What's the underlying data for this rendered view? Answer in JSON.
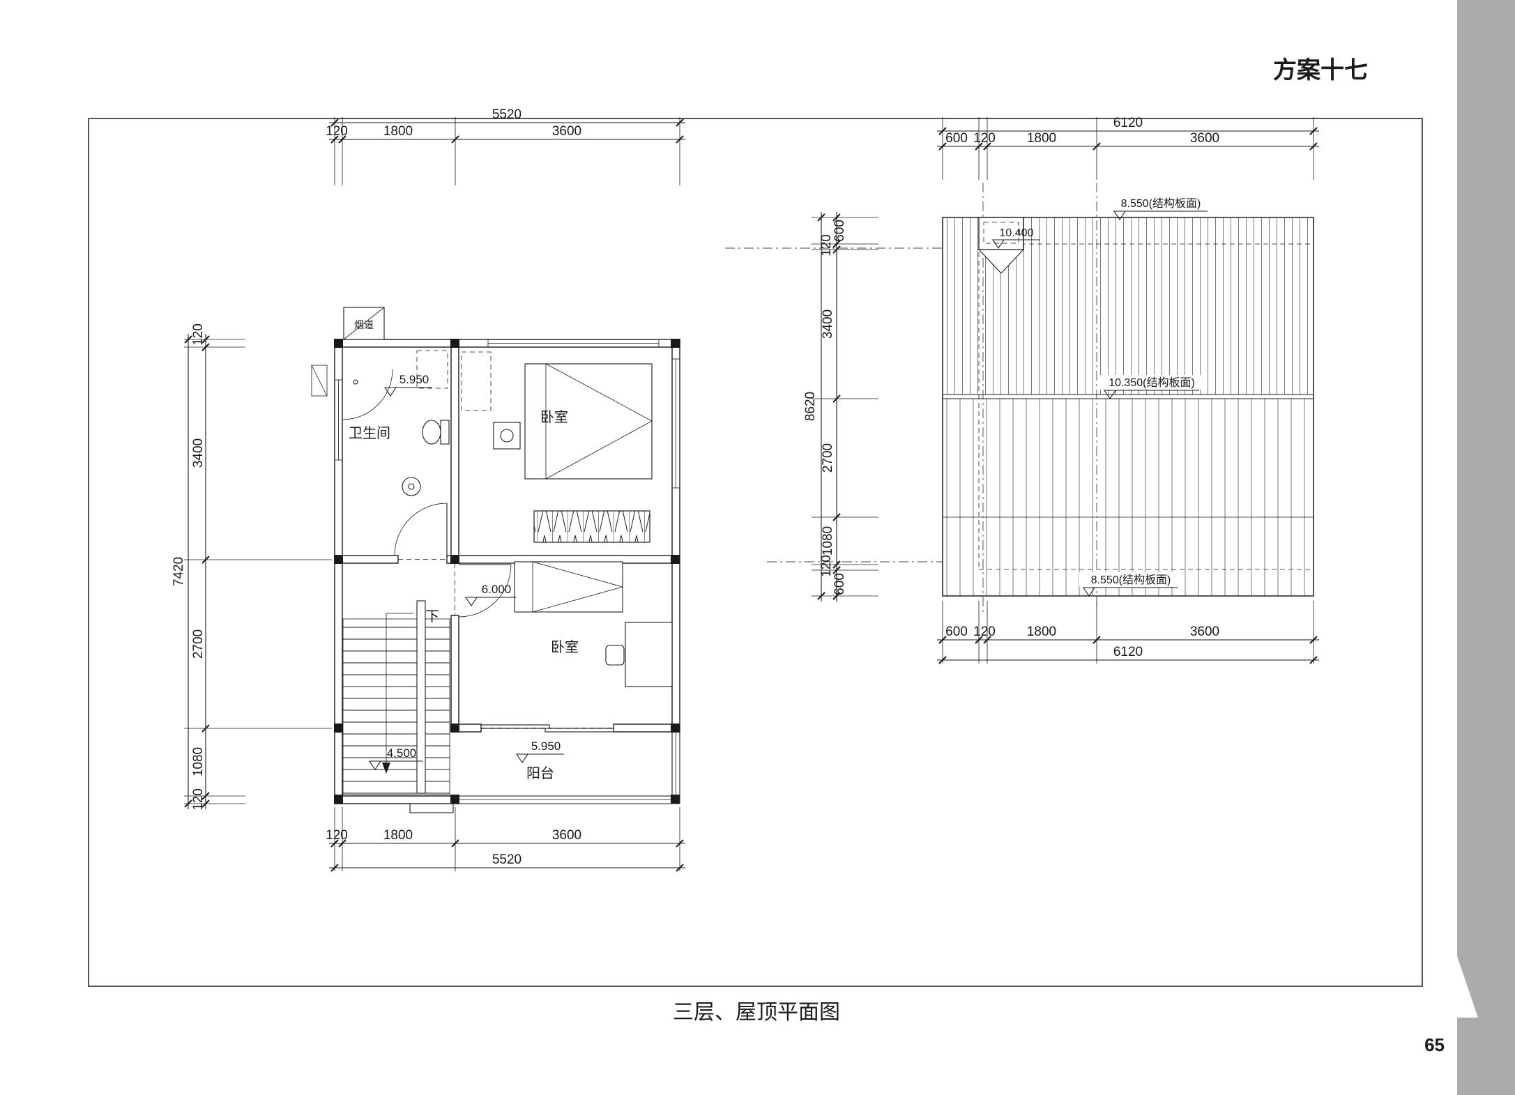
{
  "colors": {
    "ink": "#1a1a1a",
    "sidebar": "#ababab"
  },
  "page": {
    "scheme_title": "方案十七",
    "caption": "三层、屋顶平面图",
    "page_number": "65"
  },
  "floor_plan": {
    "dim_top_total": "5520",
    "dim_top_segments": [
      "120",
      "1800",
      "3600"
    ],
    "dim_bottom_segments": [
      "120",
      "1800",
      "3600"
    ],
    "dim_bottom_total": "5520",
    "dim_left_total": "7420",
    "dim_left_segments": [
      "120",
      "3400",
      "2700",
      "1080",
      "120"
    ],
    "labels": {
      "flue": "烟道",
      "bathroom": "卫生间",
      "bedroom_top": "卧室",
      "bedroom_bottom": "卧室",
      "balcony": "阳台",
      "stairs_down": "下"
    },
    "levels": {
      "bathroom": "5.950",
      "hall": "6.000",
      "stairs": "4.500",
      "balcony": "5.950"
    }
  },
  "roof_plan": {
    "dim_top_total": "6120",
    "dim_top_segments": [
      "600",
      "120",
      "1800",
      "3600"
    ],
    "dim_bottom_segments": [
      "600",
      "120",
      "1800",
      "3600"
    ],
    "dim_bottom_total": "6120",
    "dim_left_total": "8620",
    "dim_left_segments": [
      "600",
      "120",
      "3400",
      "2700",
      "1080",
      "120",
      "600"
    ],
    "levels": {
      "eave_top": "8.550(结构板面)",
      "ridge": "10.350(结构板面)",
      "eave_bottom": "8.550(结构板面)",
      "flue": "10.400"
    }
  }
}
